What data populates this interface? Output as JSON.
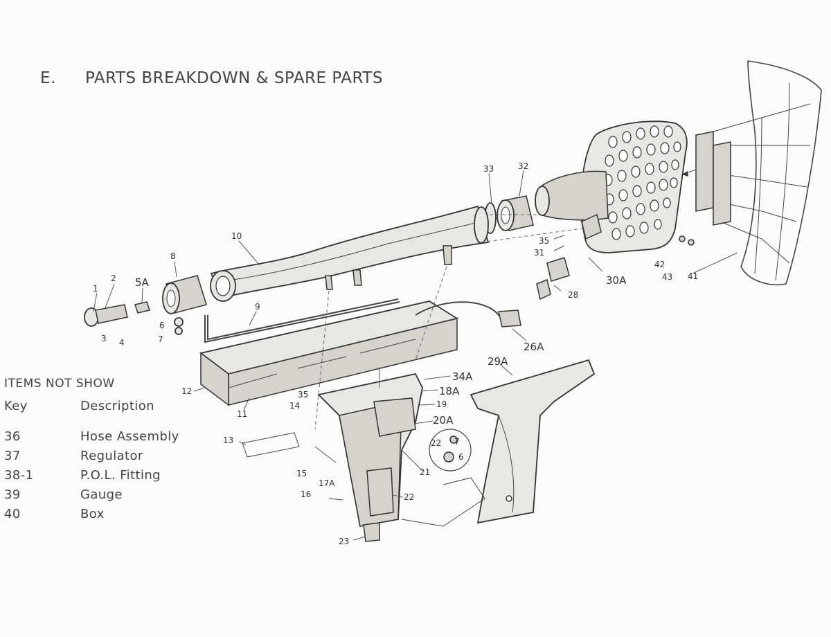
{
  "heading": {
    "letter": "E.",
    "title": "PARTS BREAKDOWN & SPARE PARTS"
  },
  "legend": {
    "title": "ITEMS NOT SHOW",
    "col_key": "Key",
    "col_desc": "Description",
    "rows": [
      {
        "key": "36",
        "desc": "Hose Assembly"
      },
      {
        "key": "37",
        "desc": "Regulator"
      },
      {
        "key": "38-1",
        "desc": "P.O.L. Fitting"
      },
      {
        "key": "39",
        "desc": "Gauge"
      },
      {
        "key": "40",
        "desc": "Box"
      }
    ]
  },
  "callouts": {
    "c1": "1",
    "c2": "2",
    "c3": "3",
    "c4": "4",
    "c5A": "5A",
    "c6": "6",
    "c7": "7",
    "c8": "8",
    "c9": "9",
    "c10": "10",
    "c11": "11",
    "c12": "12",
    "c13": "13",
    "c14": "14",
    "c15": "15",
    "c16": "16",
    "c17A": "17A",
    "c18A": "18A",
    "c19": "19",
    "c20A": "20A",
    "c21": "21",
    "c22a": "22",
    "c22b": "22",
    "c23": "23",
    "c26A": "26A",
    "c28": "28",
    "c29A": "29A",
    "c30A": "30A",
    "c31": "31",
    "c32": "32",
    "c33": "33",
    "c34A": "34A",
    "c35a": "35",
    "c35b": "35",
    "c41": "41",
    "c42": "42",
    "c43": "43",
    "c6b": "6",
    "c7b": "7"
  },
  "colors": {
    "paper": "#fbfbf9",
    "ink": "#333333"
  }
}
